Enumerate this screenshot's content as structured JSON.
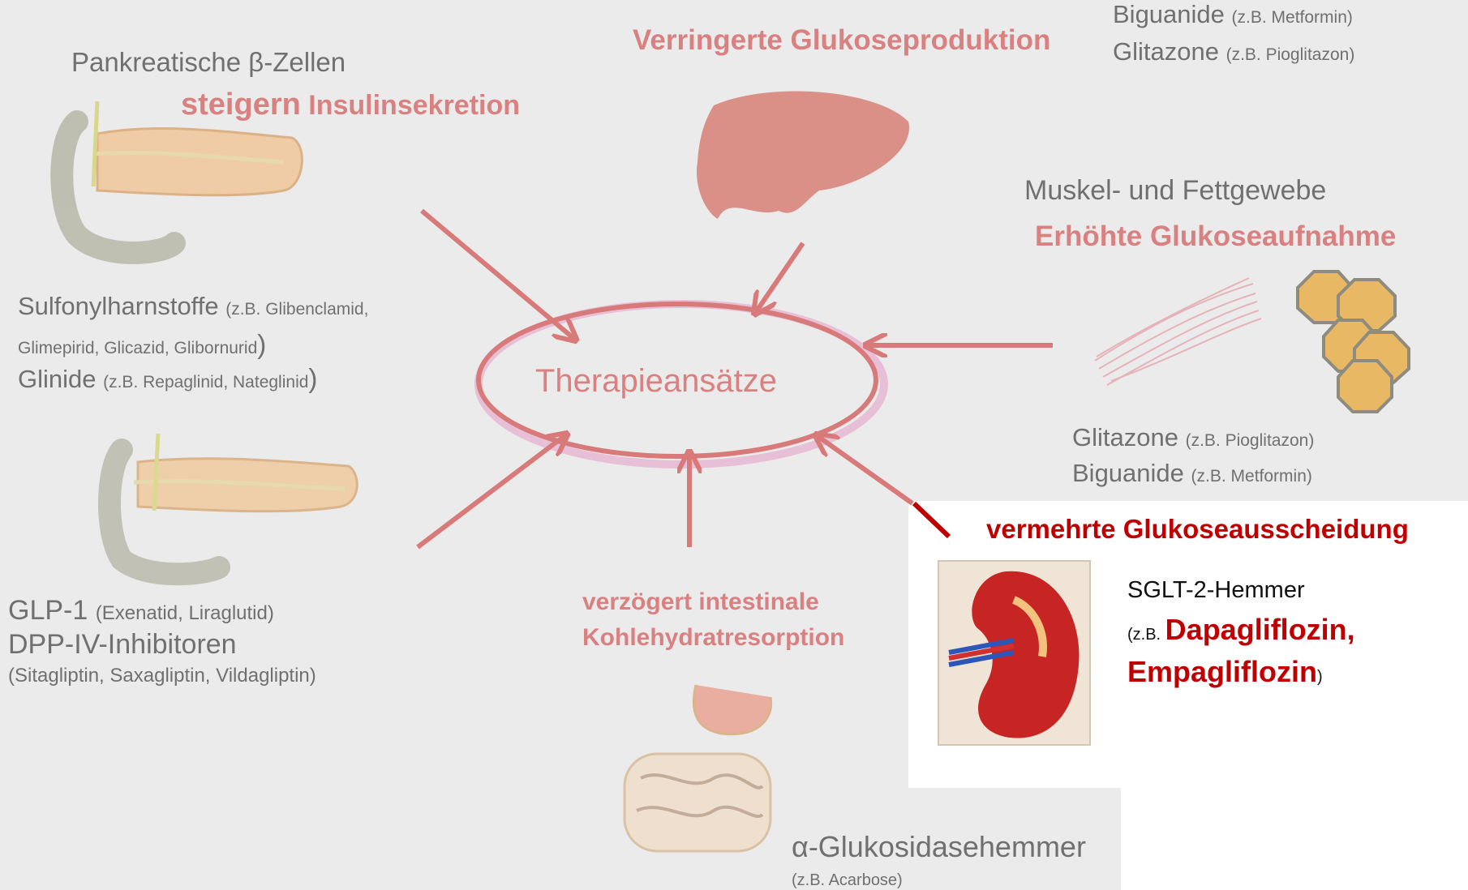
{
  "center": {
    "label": "Therapieansätze"
  },
  "pancreas": {
    "title": "Pankreatische β-Zellen",
    "effect_bold": "steigern",
    "effect_rest": " Insulinsekretion",
    "sulfonyl_main": "Sulfonylharnstoffe ",
    "sulfonyl_examples_1": "(z.B. Glibenclamid,",
    "sulfonyl_examples_2": "Glimepirid, Glicazid, Glibornurid",
    "glinide_main": "Glinide ",
    "glinide_examples": "(z.B. Repaglinid, Nateglinid",
    "paren_close": ")"
  },
  "liver": {
    "effect": "Verringerte Glukoseproduktion",
    "drug1_main": "Biguanide ",
    "drug1_example": "(z.B. Metformin)",
    "drug2_main": "Glitazone ",
    "drug2_example": "(z.B. Pioglitazon)"
  },
  "muscle": {
    "title": "Muskel- und Fettgewebe",
    "effect": "Erhöhte Glukoseaufnahme",
    "drug1_main": "Glitazone ",
    "drug1_example": "(z.B. Pioglitazon)",
    "drug2_main": "Biguanide ",
    "drug2_example": "(z.B. Metformin)"
  },
  "incretin": {
    "glp1_main": "GLP-1 ",
    "glp1_examples": "(Exenatid, Liraglutid)",
    "dpp4_main": "DPP-IV-Inhibitoren",
    "dpp4_examples": "(Sitagliptin, Saxagliptin, Vildagliptin)"
  },
  "intestine": {
    "effect_line1": "verzögert intestinale",
    "effect_line2": "Kohlehydratresorption",
    "drug_main": "α-Glukosidasehemmer",
    "drug_example": "(z.B. Acarbose)"
  },
  "kidney": {
    "effect": "vermehrte Glukoseausscheidung",
    "drug_main": "SGLT-2-Hemmer",
    "prefix": "(z.B. ",
    "drug_ex1": "Dapagliflozin,",
    "drug_ex2": "Empagliflozin",
    "suffix": ")"
  },
  "colors": {
    "panel": "#ebebeb",
    "arrow": "#d97a7a",
    "highlight_red": "#c00000",
    "muted_text": "#707070"
  }
}
